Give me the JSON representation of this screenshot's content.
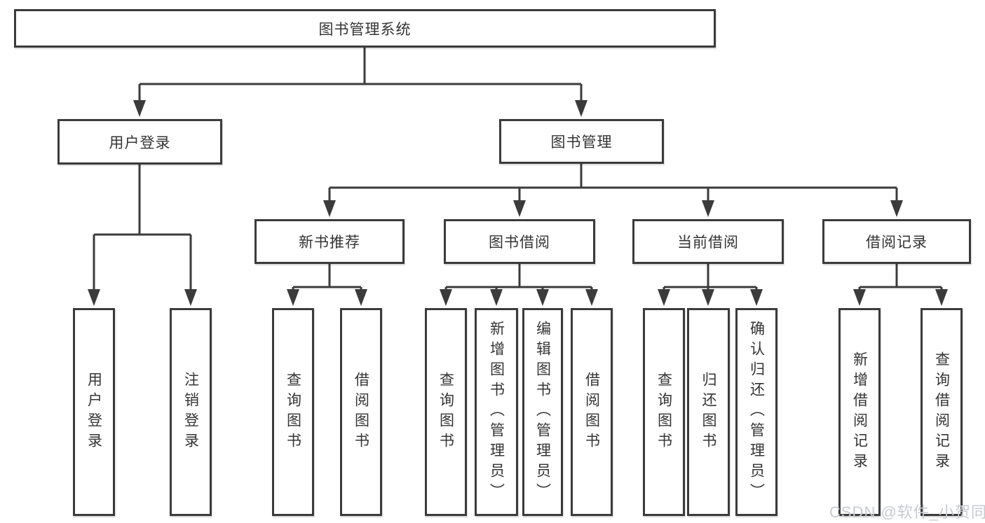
{
  "tree": {
    "root": {
      "label": "图书管理系统",
      "children": [
        {
          "label": "用户登录",
          "children": [
            {
              "label": "用户登录"
            },
            {
              "label": "注销登录"
            }
          ]
        },
        {
          "label": "图书管理",
          "children": [
            {
              "label": "新书推荐",
              "children": [
                {
                  "label": "查询图书"
                },
                {
                  "label": "借阅图书"
                }
              ]
            },
            {
              "label": "图书借阅",
              "children": [
                {
                  "label": "查询图书"
                },
                {
                  "label": "新增图书（管理员）"
                },
                {
                  "label": "编辑图书（管理员）"
                },
                {
                  "label": "借阅图书"
                }
              ]
            },
            {
              "label": "当前借阅",
              "children": [
                {
                  "label": "查询图书"
                },
                {
                  "label": "归还图书"
                },
                {
                  "label": "确认归还（管理员）"
                }
              ]
            },
            {
              "label": "借阅记录",
              "children": [
                {
                  "label": "新增借阅记录"
                },
                {
                  "label": "查询借阅记录"
                }
              ]
            }
          ]
        }
      ]
    }
  },
  "watermark": {
    "text": "CSDN @软件_小贺同学"
  },
  "colors": {
    "line": "#3b3b3b",
    "text": "#343434",
    "watermark": "#c7cbd1",
    "background": "#ffffff"
  }
}
